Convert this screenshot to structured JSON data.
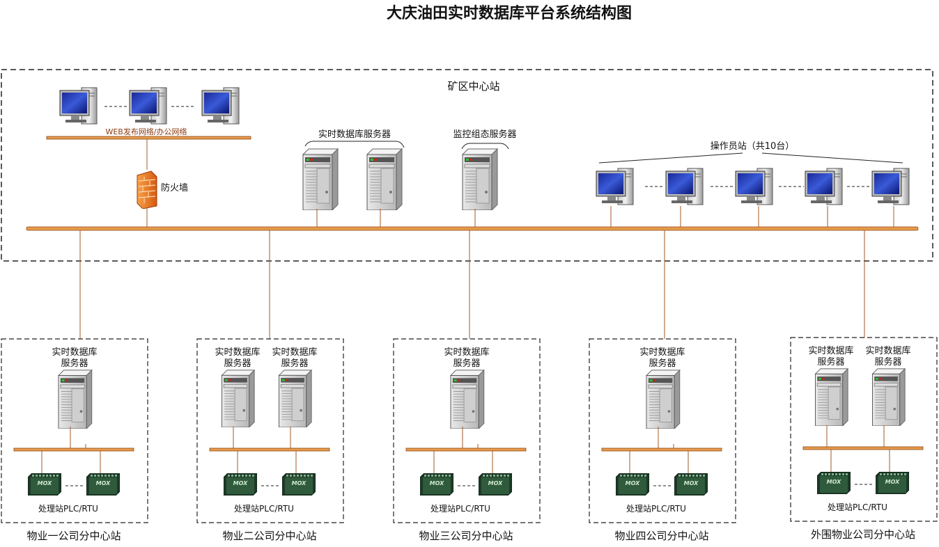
{
  "title": "大庆油田实时数据库平台系统结构图",
  "central_site": {
    "label": "矿区中心站",
    "web_network_label": "WEB发布网络/办公网络",
    "firewall_label": "防火墙",
    "rtdb_servers_label": "实时数据库服务器",
    "scada_server_label": "监控组态服务器",
    "operator_stations_label": "操作员站（共10台）"
  },
  "sub_sites": [
    {
      "name": "物业一公司分中心站",
      "server_labels": [
        "实时数据库服务器"
      ],
      "plc_label": "处理站PLC/RTU"
    },
    {
      "name": "物业二公司分中心站",
      "server_labels": [
        "实时数据库服务器",
        "实时数据库服务器"
      ],
      "plc_label": "处理站PLC/RTU"
    },
    {
      "name": "物业三公司分中心站",
      "server_labels": [
        "实时数据库服务器"
      ],
      "plc_label": "处理站PLC/RTU"
    },
    {
      "name": "物业四公司分中心站",
      "server_labels": [
        "实时数据库服务器"
      ],
      "plc_label": "处理站PLC/RTU"
    },
    {
      "name": "外围物业公司分中心站",
      "server_labels": [
        "实时数据库服务器",
        "实时数据库服务器"
      ],
      "plc_label": "处理站PLC/RTU"
    }
  ],
  "device_badge": "MOX",
  "colors": {
    "bus": "#e89a4a",
    "bus_edge": "#8a4a18",
    "link": "#a05a2a",
    "dash": "#222222"
  }
}
